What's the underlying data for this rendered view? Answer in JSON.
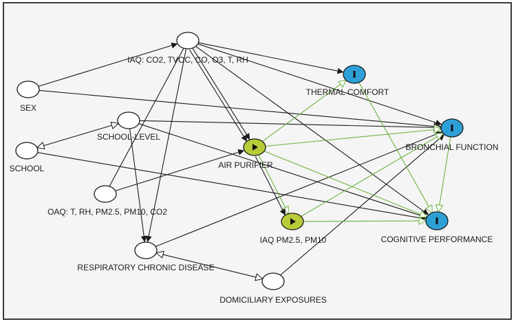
{
  "colors": {
    "background": "#f5f5f5",
    "border": "#3a3a3a",
    "edge_black": "#1a1a1a",
    "edge_green": "#6cb33f",
    "node_white": "#ffffff",
    "node_exposure": "#b8cc3a",
    "node_outcome": "#2ea0d8"
  },
  "nodes": [
    {
      "id": "iaq",
      "label": "IAQ: CO2, TVOC, CO, O3, T, RH",
      "kind": "plain"
    },
    {
      "id": "sex",
      "label": "SEX",
      "kind": "plain"
    },
    {
      "id": "school_level",
      "label": "SCHOOL-LEVEL",
      "kind": "plain"
    },
    {
      "id": "school",
      "label": "SCHOOL",
      "kind": "plain"
    },
    {
      "id": "oaq",
      "label": "OAQ: T, RH, PM2.5, PM10, CO2",
      "kind": "plain"
    },
    {
      "id": "resp",
      "label": "RESPIRATORY CHRONIC DISEASE",
      "kind": "plain"
    },
    {
      "id": "dom",
      "label": "DOMICILIARY EXPOSURES",
      "kind": "plain"
    },
    {
      "id": "air_purifier",
      "label": "AIR PURIFIER",
      "kind": "exposure"
    },
    {
      "id": "iaq_pm",
      "label": "IAQ PM2.5, PM10",
      "kind": "exposure"
    },
    {
      "id": "thermal",
      "label": "THERMAL COMFORT",
      "kind": "outcome"
    },
    {
      "id": "bronchial",
      "label": "BRONCHIAL FUNCTION",
      "kind": "outcome"
    },
    {
      "id": "cognitive",
      "label": "COGNITIVE PERFORMANCE",
      "kind": "outcome"
    }
  ],
  "edges": [
    {
      "from": "sex",
      "to": "iaq",
      "color": "black",
      "arrow": "closed"
    },
    {
      "from": "sex",
      "to": "bronchial",
      "color": "black",
      "arrow": "open"
    },
    {
      "from": "iaq",
      "to": "thermal",
      "color": "black",
      "arrow": "closed"
    },
    {
      "from": "iaq",
      "to": "bronchial",
      "color": "black",
      "arrow": "closed"
    },
    {
      "from": "iaq",
      "to": "cognitive",
      "color": "black",
      "arrow": "closed"
    },
    {
      "from": "iaq",
      "to": "air_purifier",
      "color": "black",
      "arrow": "closed"
    },
    {
      "from": "iaq",
      "to": "air_purifier",
      "color": "black",
      "arrow": "closed"
    },
    {
      "from": "iaq",
      "to": "resp",
      "color": "black",
      "arrow": "closed"
    },
    {
      "from": "oaq",
      "to": "iaq",
      "color": "black",
      "arrow": "none"
    },
    {
      "from": "oaq",
      "to": "air_purifier",
      "color": "black",
      "arrow": "closed"
    },
    {
      "from": "school",
      "to": "school_level",
      "color": "black",
      "arrow": "double-open"
    },
    {
      "from": "school",
      "to": "cognitive",
      "color": "black",
      "arrow": "closed"
    },
    {
      "from": "school_level",
      "to": "bronchial",
      "color": "black",
      "arrow": "open"
    },
    {
      "from": "school_level",
      "to": "cognitive",
      "color": "black",
      "arrow": "closed"
    },
    {
      "from": "school_level",
      "to": "resp",
      "color": "black",
      "arrow": "closed"
    },
    {
      "from": "resp",
      "to": "bronchial",
      "color": "black",
      "arrow": "closed"
    },
    {
      "from": "resp",
      "to": "dom",
      "color": "black",
      "arrow": "double-open"
    },
    {
      "from": "dom",
      "to": "bronchial",
      "color": "black",
      "arrow": "closed"
    },
    {
      "from": "air_purifier",
      "to": "thermal",
      "color": "green",
      "arrow": "open"
    },
    {
      "from": "air_purifier",
      "to": "bronchial",
      "color": "green",
      "arrow": "open"
    },
    {
      "from": "air_purifier",
      "to": "cognitive",
      "color": "green",
      "arrow": "open"
    },
    {
      "from": "air_purifier",
      "to": "iaq_pm",
      "color": "green",
      "arrow": "open"
    },
    {
      "from": "air_purifier",
      "to": "iaq_pm",
      "color": "black",
      "arrow": "closed"
    },
    {
      "from": "iaq_pm",
      "to": "bronchial",
      "color": "green",
      "arrow": "open"
    },
    {
      "from": "iaq_pm",
      "to": "cognitive",
      "color": "green",
      "arrow": "open"
    },
    {
      "from": "thermal",
      "to": "cognitive",
      "color": "green",
      "arrow": "open"
    },
    {
      "from": "bronchial",
      "to": "cognitive",
      "color": "green",
      "arrow": "open"
    }
  ]
}
